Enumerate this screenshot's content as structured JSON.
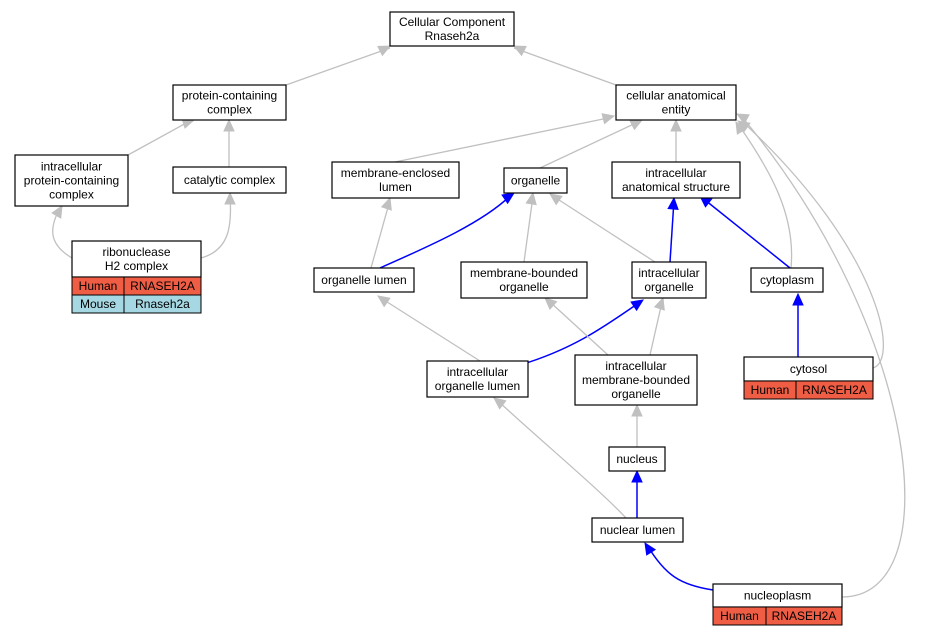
{
  "colors": {
    "human": "#f05d45",
    "mouse": "#a6d8e3",
    "is_a_edge": "#c0c0c0",
    "part_of_edge": "#0000ff"
  },
  "nodes": {
    "root": [
      "Cellular Component",
      "Rnaseh2a"
    ],
    "protein_complex": [
      "protein-containing",
      "complex"
    ],
    "anatomical_entity": [
      "cellular anatomical",
      "entity"
    ],
    "intracellular_pcc": [
      "intracellular",
      "protein-containing",
      "complex"
    ],
    "catalytic_complex": [
      "catalytic complex"
    ],
    "membrane_enclosed_lumen": [
      "membrane-enclosed",
      "lumen"
    ],
    "organelle": [
      "organelle"
    ],
    "intracellular_structure": [
      "intracellular",
      "anatomical structure"
    ],
    "rnase_h2": [
      "ribonuclease",
      "H2 complex"
    ],
    "organelle_lumen": [
      "organelle lumen"
    ],
    "membrane_bounded_organelle": [
      "membrane-bounded",
      "organelle"
    ],
    "intracellular_organelle": [
      "intracellular",
      "organelle"
    ],
    "cytoplasm": [
      "cytoplasm"
    ],
    "intracellular_organelle_lumen": [
      "intracellular",
      "organelle lumen"
    ],
    "intracellular_mb_organelle": [
      "intracellular",
      "membrane-bounded",
      "organelle"
    ],
    "cytosol": [
      "cytosol"
    ],
    "nucleus": [
      "nucleus"
    ],
    "nuclear_lumen": [
      "nuclear lumen"
    ],
    "nucleoplasm": [
      "nucleoplasm"
    ]
  },
  "annotations": {
    "rnase_h2": [
      {
        "species": "Human",
        "gene": "RNASEH2A",
        "color": "#f05d45"
      },
      {
        "species": "Mouse",
        "gene": "Rnaseh2a",
        "color": "#a6d8e3"
      }
    ],
    "cytosol": [
      {
        "species": "Human",
        "gene": "RNASEH2A",
        "color": "#f05d45"
      }
    ],
    "nucleoplasm": [
      {
        "species": "Human",
        "gene": "RNASEH2A",
        "color": "#f05d45"
      }
    ]
  },
  "edges": [
    {
      "from": "protein_complex",
      "to": "root",
      "type": "is_a"
    },
    {
      "from": "anatomical_entity",
      "to": "root",
      "type": "is_a"
    },
    {
      "from": "intracellular_pcc",
      "to": "protein_complex",
      "type": "is_a"
    },
    {
      "from": "catalytic_complex",
      "to": "protein_complex",
      "type": "is_a"
    },
    {
      "from": "rnase_h2",
      "to": "intracellular_pcc",
      "type": "is_a"
    },
    {
      "from": "rnase_h2",
      "to": "catalytic_complex",
      "type": "is_a"
    },
    {
      "from": "membrane_enclosed_lumen",
      "to": "anatomical_entity",
      "type": "is_a"
    },
    {
      "from": "organelle",
      "to": "anatomical_entity",
      "type": "is_a"
    },
    {
      "from": "intracellular_structure",
      "to": "anatomical_entity",
      "type": "is_a"
    },
    {
      "from": "cytoplasm",
      "to": "anatomical_entity",
      "type": "is_a"
    },
    {
      "from": "cytosol",
      "to": "anatomical_entity",
      "type": "is_a"
    },
    {
      "from": "nucleoplasm",
      "to": "anatomical_entity",
      "type": "is_a"
    },
    {
      "from": "organelle_lumen",
      "to": "membrane_enclosed_lumen",
      "type": "is_a"
    },
    {
      "from": "organelle_lumen",
      "to": "organelle",
      "type": "part_of"
    },
    {
      "from": "membrane_bounded_organelle",
      "to": "organelle",
      "type": "is_a"
    },
    {
      "from": "intracellular_organelle",
      "to": "organelle",
      "type": "is_a"
    },
    {
      "from": "intracellular_organelle",
      "to": "intracellular_structure",
      "type": "part_of"
    },
    {
      "from": "cytoplasm",
      "to": "intracellular_structure",
      "type": "part_of"
    },
    {
      "from": "intracellular_organelle_lumen",
      "to": "organelle_lumen",
      "type": "is_a"
    },
    {
      "from": "intracellular_organelle_lumen",
      "to": "intracellular_organelle",
      "type": "part_of"
    },
    {
      "from": "intracellular_mb_organelle",
      "to": "membrane_bounded_organelle",
      "type": "is_a"
    },
    {
      "from": "intracellular_mb_organelle",
      "to": "intracellular_organelle",
      "type": "is_a"
    },
    {
      "from": "cytosol",
      "to": "cytoplasm",
      "type": "part_of"
    },
    {
      "from": "nucleus",
      "to": "intracellular_mb_organelle",
      "type": "is_a"
    },
    {
      "from": "nuclear_lumen",
      "to": "intracellular_organelle_lumen",
      "type": "is_a"
    },
    {
      "from": "nuclear_lumen",
      "to": "nucleus",
      "type": "part_of"
    },
    {
      "from": "nucleoplasm",
      "to": "nuclear_lumen",
      "type": "part_of"
    }
  ]
}
